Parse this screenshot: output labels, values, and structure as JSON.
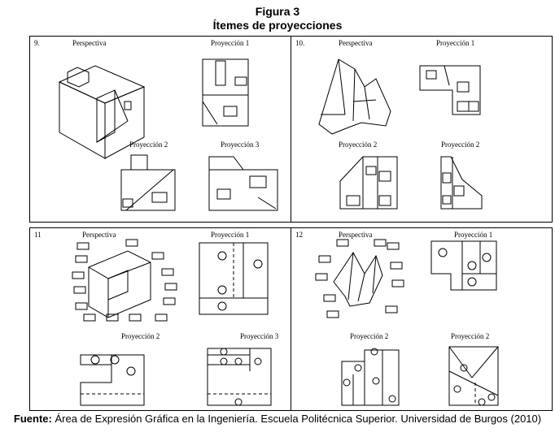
{
  "figure": {
    "title": "Figura 3",
    "subtitle": "Ítemes de proyecciones"
  },
  "items": [
    {
      "number": "9.",
      "labels": {
        "perspective": "Perspectiva",
        "p1": "Proyección 1",
        "p2": "Proyección 2",
        "p3": "Proyección 3"
      }
    },
    {
      "number": "10.",
      "labels": {
        "perspective": "Perspectiva",
        "p1": "Proyección 1",
        "p2": "Proyección 2",
        "p3": "Proyección 2"
      }
    },
    {
      "number": "11",
      "labels": {
        "perspective": "Perspectiva",
        "p1": "Proyección 1",
        "p2": "Proyección 2",
        "p3": "Proyección 3"
      }
    },
    {
      "number": "12",
      "labels": {
        "perspective": "Perspectiva",
        "p1": "Proyección 1",
        "p2": "Proyección 2",
        "p3": "Proyección 2"
      }
    }
  ],
  "caption": {
    "label": "Fuente:",
    "text": "Área de Expresión Gráfica en la Ingeniería. Escuela Politécnica Superior. Universidad de Burgos (2010)"
  }
}
